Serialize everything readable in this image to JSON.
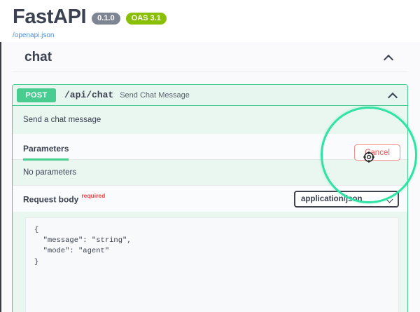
{
  "header": {
    "title": "FastAPI",
    "version_badge": "0.1.0",
    "oas_badge": "OAS 3.1",
    "spec_link": "/openapi.json"
  },
  "tag_section": {
    "name": "chat",
    "collapse_icon": "chevron-up-icon"
  },
  "operation": {
    "method": "POST",
    "path": "/api/chat",
    "summary": "Send Chat Message",
    "collapse_icon": "chevron-up-icon",
    "description": "Send a chat message",
    "parameters_tab": "Parameters",
    "no_parameters": "No parameters",
    "request_body": {
      "label": "Request body",
      "required_label": "required",
      "content_type": "application/json",
      "caret_icon": "chevron-down-icon",
      "example_value": "{\n  \"message\": \"string\",\n  \"mode\": \"agent\"\n}"
    },
    "cancel_label": "Cancel"
  },
  "annotation": {
    "highlight_icon": "circle-highlight-ring",
    "cursor_icon": "grab-cursor-icon",
    "ring_color": "#2fe3a4"
  },
  "colors": {
    "post_green": "#49cc90",
    "oas_green": "#89bf04",
    "version_gray": "#7d8492",
    "required_red": "#f93e3e",
    "cancel_red": "#f1544f",
    "link_blue": "#4990e2",
    "text_dark": "#3b4151"
  }
}
